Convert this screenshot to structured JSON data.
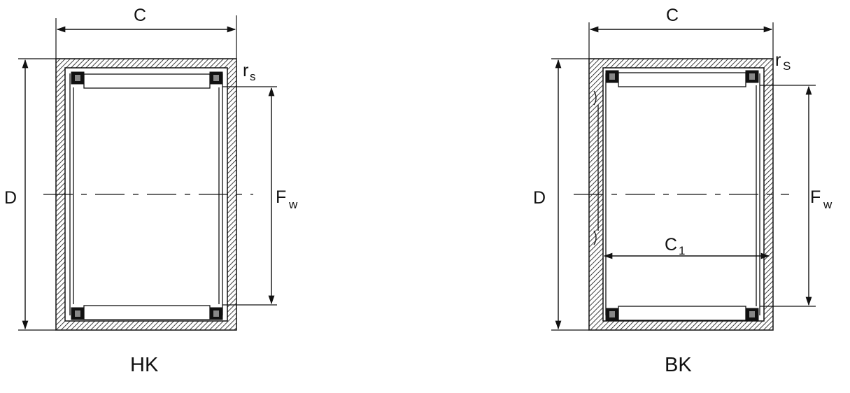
{
  "colors": {
    "ink": "#111111",
    "background": "#ffffff"
  },
  "bearings": [
    {
      "id": "hk",
      "caption": "HK",
      "labels": {
        "C": "C",
        "D": "D",
        "Fw_main": "F",
        "Fw_sub": "w",
        "rs_main": "r",
        "rs_sub": "s"
      }
    },
    {
      "id": "bk",
      "caption": "BK",
      "labels": {
        "C": "C",
        "C1_main": "C",
        "C1_sub": "1",
        "D": "D",
        "Fw_main": "F",
        "Fw_sub": "w",
        "rs_main": "r",
        "rs_sub": "S"
      }
    }
  ]
}
